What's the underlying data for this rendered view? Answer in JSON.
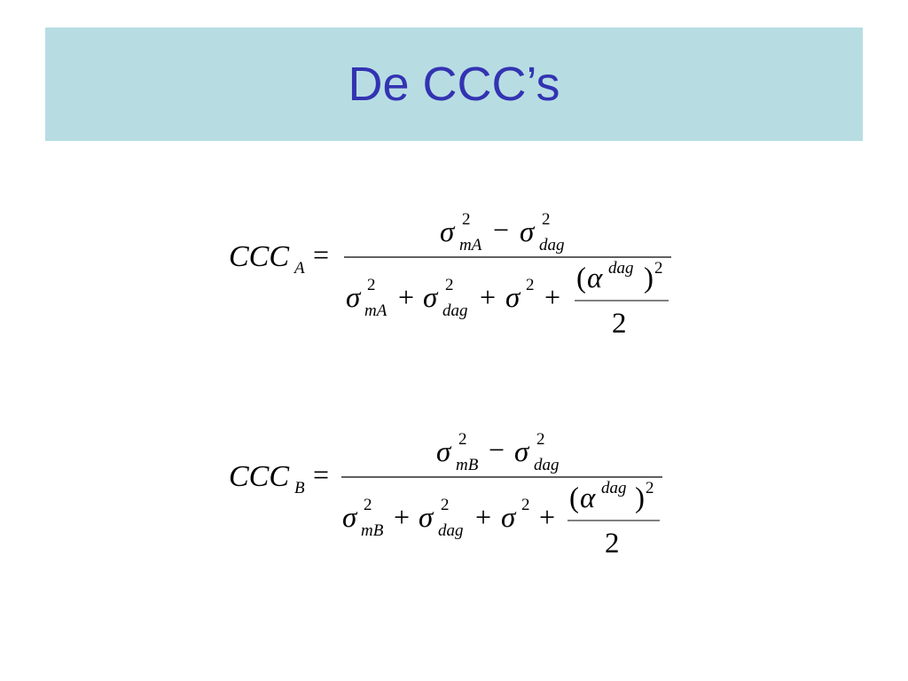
{
  "slide": {
    "title": "De CCC’s"
  },
  "formulas": [
    {
      "lhs": {
        "base": "CCC",
        "sub": "A"
      },
      "equals": "=",
      "numerator": {
        "term1": {
          "sym": "σ",
          "sup": "2",
          "sub": "mA"
        },
        "minus": "−",
        "term2": {
          "sym": "σ",
          "sup": "2",
          "sub": "dag"
        }
      },
      "denominator": {
        "term1": {
          "sym": "σ",
          "sup": "2",
          "sub": "mA"
        },
        "plus1": "+",
        "term2": {
          "sym": "σ",
          "sup": "2",
          "sub": "dag"
        },
        "plus2": "+",
        "term3": {
          "sym": "σ",
          "sup": "2"
        },
        "plus3": "+",
        "inner_frac": {
          "open": "(",
          "sym": "α",
          "sym_sup": "dag",
          "close": ")",
          "sup": "2",
          "den": "2"
        }
      }
    },
    {
      "lhs": {
        "base": "CCC",
        "sub": "B"
      },
      "equals": "=",
      "numerator": {
        "term1": {
          "sym": "σ",
          "sup": "2",
          "sub": "mB"
        },
        "minus": "−",
        "term2": {
          "sym": "σ",
          "sup": "2",
          "sub": "dag"
        }
      },
      "denominator": {
        "term1": {
          "sym": "σ",
          "sup": "2",
          "sub": "mB"
        },
        "plus1": "+",
        "term2": {
          "sym": "σ",
          "sup": "2",
          "sub": "dag"
        },
        "plus2": "+",
        "term3": {
          "sym": "σ",
          "sup": "2"
        },
        "plus3": "+",
        "inner_frac": {
          "open": "(",
          "sym": "α",
          "sym_sup": "dag",
          "close": ")",
          "sup": "2",
          "den": "2"
        }
      }
    }
  ]
}
